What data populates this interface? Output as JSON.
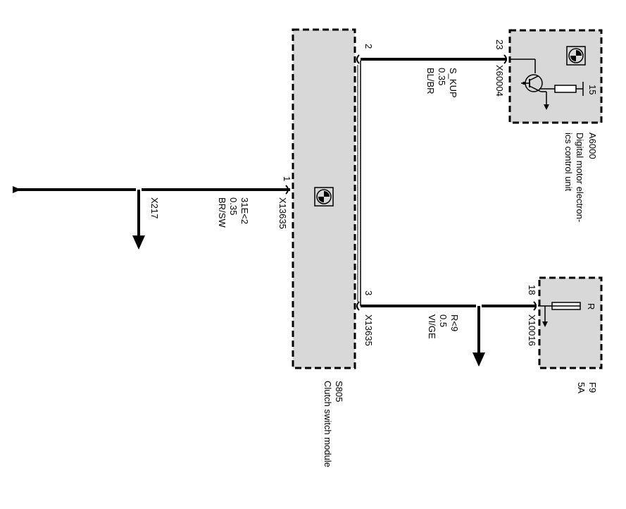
{
  "clutch_module": {
    "ref": "S805",
    "name": "Clutch switch module"
  },
  "dme_unit": {
    "ref": "A6000",
    "name_line1": "Digital motor electron-",
    "name_line2": "ics control unit"
  },
  "fuse": {
    "ref": "F9",
    "rating": "5A",
    "pin_label": "R"
  },
  "left_wire": {
    "pin": "1",
    "connector": "X13635",
    "signal": "31E<2",
    "gauge": "0.35",
    "color_code": "BR/SW",
    "ground": "X217"
  },
  "top_wire": {
    "pin": "2",
    "connector": "X60004",
    "signal": "S_KUP",
    "gauge": "0.35",
    "color_code": "BL/BR",
    "dme_pin": "23",
    "dme_inner_pin": "15"
  },
  "bottom_wire": {
    "pin": "3",
    "connector": "X13635",
    "signal": "R<9",
    "gauge": "0.5",
    "color_code": "VI/GE",
    "fuse_pin": "18",
    "fuse_connector": "X10016"
  }
}
